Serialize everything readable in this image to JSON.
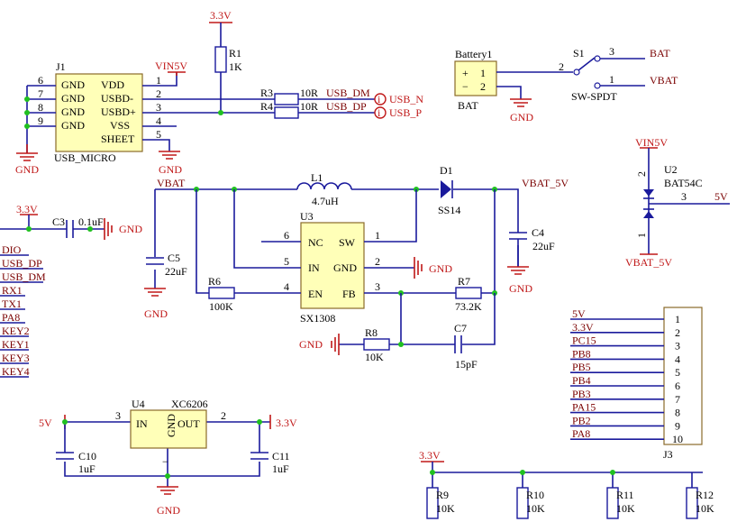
{
  "j1": {
    "ref": "J1",
    "footprint": "USB_MICRO",
    "pins_left": [
      "6",
      "7",
      "8",
      "9"
    ],
    "names_left": [
      "GND",
      "GND",
      "GND",
      "GND"
    ],
    "names_right": [
      "VDD",
      "USBD-",
      "USBD+",
      "VSS",
      "SHEET"
    ],
    "pins_right": [
      "1",
      "2",
      "3",
      "4",
      "5"
    ]
  },
  "r1": {
    "ref": "R1",
    "val": "1K"
  },
  "r3": {
    "ref": "R3",
    "val": "10R"
  },
  "r4": {
    "ref": "R4",
    "val": "10R"
  },
  "nets": {
    "usb_dm": "USB_DM",
    "usb_dp": "USB_DP",
    "usb_n": "USB_N",
    "usb_p": "USB_P",
    "vin5v": "VIN5V",
    "v33": "3.3V",
    "gnd": "GND",
    "vbat": "VBAT",
    "vbat_5v": "VBAT_5V",
    "v5": "5V",
    "bat": "BAT"
  },
  "battery": {
    "ref": "Battery1",
    "plus": "+",
    "minus": "−",
    "pin1": "1",
    "pin2": "2",
    "label": "BAT"
  },
  "s1": {
    "ref": "S1",
    "type": "SW-SPDT",
    "p1": "1",
    "p2": "2",
    "p3": "3"
  },
  "u2": {
    "ref": "U2",
    "part": "BAT54C",
    "p1": "1",
    "p2": "2",
    "p3": "3"
  },
  "l1": {
    "ref": "L1",
    "val": "4.7uH"
  },
  "d1": {
    "ref": "D1",
    "part": "SS14"
  },
  "u3": {
    "ref": "U3",
    "part": "SX1308",
    "pins": {
      "nc": "NC",
      "in": "IN",
      "en": "EN",
      "sw": "SW",
      "gnd": "GND",
      "fb": "FB"
    },
    "pnum": {
      "nc": "6",
      "in": "5",
      "en": "4",
      "sw": "1",
      "gnd": "2",
      "fb": "3"
    }
  },
  "c3": {
    "ref": "C3",
    "val": "0.1uF"
  },
  "c4": {
    "ref": "C4",
    "val": "22uF"
  },
  "c5": {
    "ref": "C5",
    "val": "22uF"
  },
  "c7": {
    "ref": "C7",
    "val": "15pF"
  },
  "r6": {
    "ref": "R6",
    "val": "100K"
  },
  "r7": {
    "ref": "R7",
    "val": "73.2K"
  },
  "r8": {
    "ref": "R8",
    "val": "10K"
  },
  "left_nets": [
    "DIO",
    "USB_DP",
    "USB_DM",
    "RX1",
    "TX1",
    "PA8",
    "KEY2",
    "KEY1",
    "KEY3",
    "KEY4"
  ],
  "j3": {
    "ref": "J3",
    "nets": [
      "5V",
      "3.3V",
      "PC15",
      "PB8",
      "PB5",
      "PB4",
      "PB3",
      "PA15",
      "PB2",
      "PA8"
    ],
    "pins": [
      "1",
      "2",
      "3",
      "4",
      "5",
      "6",
      "7",
      "8",
      "9",
      "10"
    ]
  },
  "u4": {
    "ref": "U4",
    "part": "XC6206",
    "in": "IN",
    "out": "OUT",
    "gnd": "GND",
    "p3": "3",
    "p2": "2"
  },
  "c10": {
    "ref": "C10",
    "val": "1uF"
  },
  "c11": {
    "ref": "C11",
    "val": "1uF"
  },
  "bottom_r": [
    {
      "ref": "R9",
      "val": "10K"
    },
    {
      "ref": "R10",
      "val": "10K"
    },
    {
      "ref": "R11",
      "val": "10K"
    },
    {
      "ref": "R12",
      "val": "10K"
    }
  ]
}
